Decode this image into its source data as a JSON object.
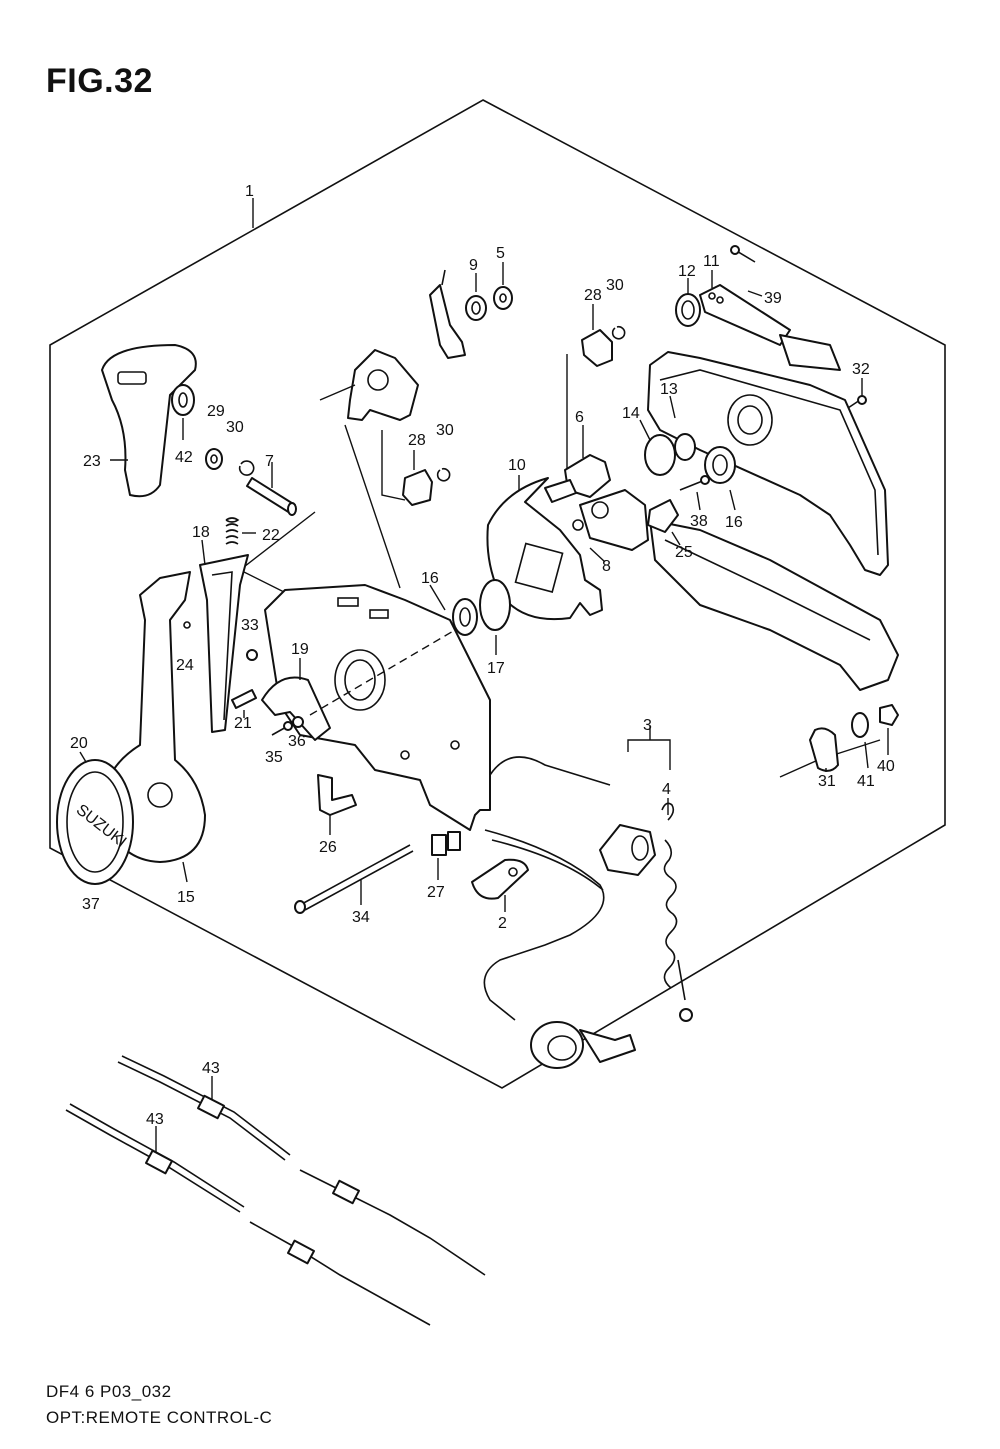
{
  "figure": {
    "title": "FIG.32",
    "code": "DF4 6 P03_032",
    "caption": "OPT:REMOTE CONTROL-C"
  },
  "brand_text": "SUZUKI",
  "callouts": [
    {
      "id": "1",
      "label": "1"
    },
    {
      "id": "2",
      "label": "2"
    },
    {
      "id": "3",
      "label": "3"
    },
    {
      "id": "4",
      "label": "4"
    },
    {
      "id": "5",
      "label": "5"
    },
    {
      "id": "6",
      "label": "6"
    },
    {
      "id": "7",
      "label": "7"
    },
    {
      "id": "8",
      "label": "8"
    },
    {
      "id": "9",
      "label": "9"
    },
    {
      "id": "10",
      "label": "10"
    },
    {
      "id": "11",
      "label": "11"
    },
    {
      "id": "12",
      "label": "12"
    },
    {
      "id": "13",
      "label": "13"
    },
    {
      "id": "14",
      "label": "14"
    },
    {
      "id": "15",
      "label": "15"
    },
    {
      "id": "16a",
      "label": "16"
    },
    {
      "id": "16b",
      "label": "16"
    },
    {
      "id": "17",
      "label": "17"
    },
    {
      "id": "18",
      "label": "18"
    },
    {
      "id": "19",
      "label": "19"
    },
    {
      "id": "20",
      "label": "20"
    },
    {
      "id": "21",
      "label": "21"
    },
    {
      "id": "22",
      "label": "22"
    },
    {
      "id": "23",
      "label": "23"
    },
    {
      "id": "24",
      "label": "24"
    },
    {
      "id": "25",
      "label": "25"
    },
    {
      "id": "26",
      "label": "26"
    },
    {
      "id": "27",
      "label": "27"
    },
    {
      "id": "28a",
      "label": "28"
    },
    {
      "id": "28b",
      "label": "28"
    },
    {
      "id": "29",
      "label": "29"
    },
    {
      "id": "30a",
      "label": "30"
    },
    {
      "id": "30b",
      "label": "30"
    },
    {
      "id": "30c",
      "label": "30"
    },
    {
      "id": "31",
      "label": "31"
    },
    {
      "id": "32",
      "label": "32"
    },
    {
      "id": "33",
      "label": "33"
    },
    {
      "id": "34",
      "label": "34"
    },
    {
      "id": "35",
      "label": "35"
    },
    {
      "id": "36",
      "label": "36"
    },
    {
      "id": "37",
      "label": "37"
    },
    {
      "id": "38",
      "label": "38"
    },
    {
      "id": "39",
      "label": "39"
    },
    {
      "id": "40",
      "label": "40"
    },
    {
      "id": "41",
      "label": "41"
    },
    {
      "id": "42",
      "label": "42"
    },
    {
      "id": "43a",
      "label": "43"
    },
    {
      "id": "43b",
      "label": "43"
    }
  ]
}
